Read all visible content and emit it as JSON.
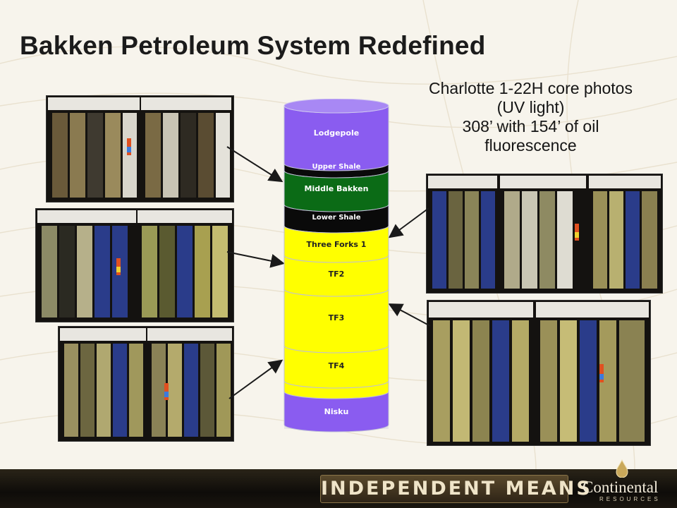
{
  "title": "Bakken Petroleum System Redefined",
  "caption": {
    "lines": [
      "Charlotte 1-22H core photos",
      "(UV light)",
      "308’ with 154’ of oil",
      "fluorescence"
    ]
  },
  "column": {
    "layers": [
      {
        "label": "Lodgepole",
        "color": "#8a5cf0",
        "text_color": "#ffffff"
      },
      {
        "label": "Upper Shale",
        "color": "#0a0a0a",
        "text_color": "#ffffff"
      },
      {
        "label": "Middle Bakken",
        "color": "#0b6b16",
        "text_color": "#ffffff"
      },
      {
        "label": "Lower Shale",
        "color": "#0a0a0a",
        "text_color": "#ffffff"
      },
      {
        "label": "Three Forks 1",
        "color": "#ffff00",
        "text_color": "#222222"
      },
      {
        "label": "TF2",
        "color": "#ffff00",
        "text_color": "#222222"
      },
      {
        "label": "TF3",
        "color": "#ffff00",
        "text_color": "#222222"
      },
      {
        "label": "TF4",
        "color": "#ffff00",
        "text_color": "#222222"
      },
      {
        "label": "",
        "color": "#ffff00",
        "text_color": "#222222"
      },
      {
        "label": "Nisku",
        "color": "#8a5cf0",
        "text_color": "#ffffff"
      }
    ]
  },
  "footer": {
    "slogan": "INDEPENDENT MEANS",
    "logo_name": "Continental",
    "logo_sub": "RESOURCES"
  },
  "colors": {
    "arrow": "#1a1a1a",
    "core_purple": "#8a5cf0",
    "core_yellow": "#ffff00",
    "core_green": "#0b6b16",
    "footer_gold": "#c9a85a"
  }
}
